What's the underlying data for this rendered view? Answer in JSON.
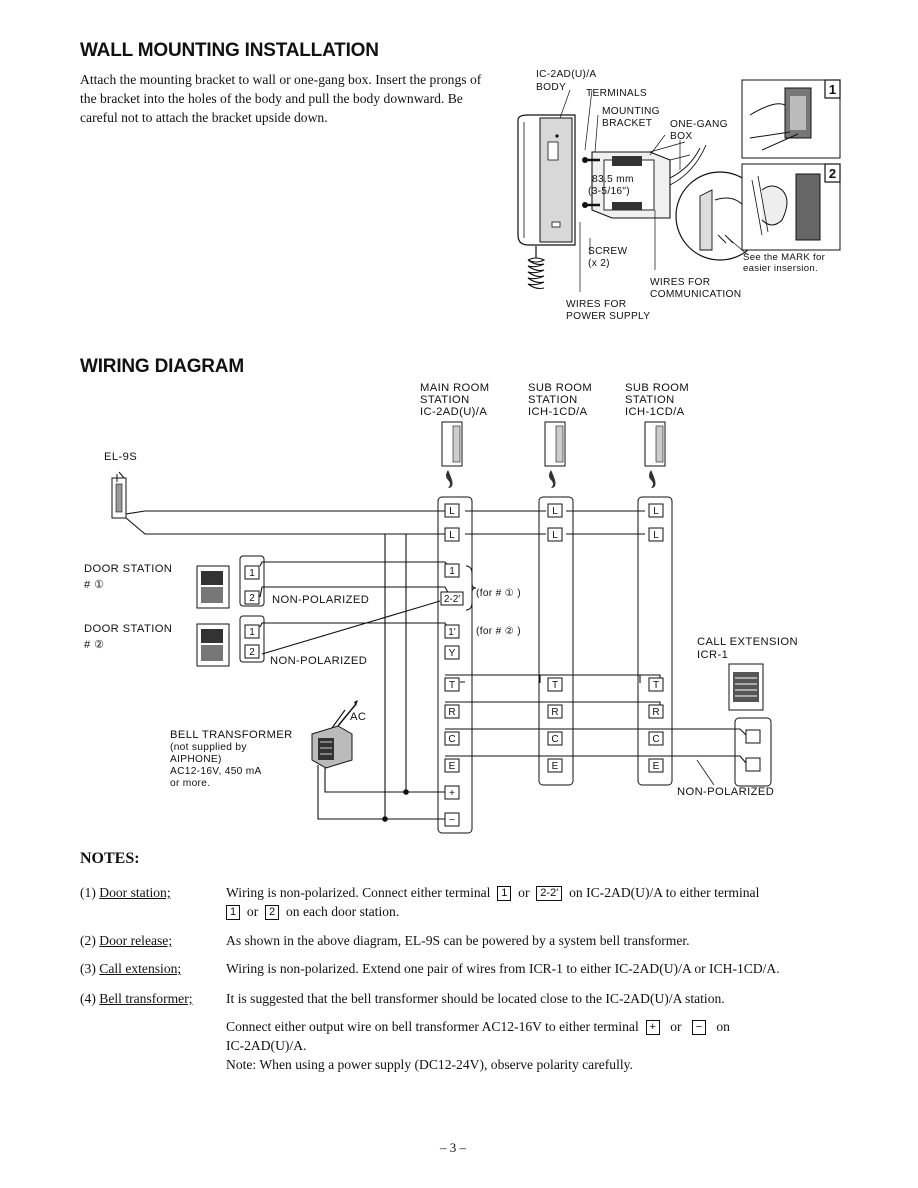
{
  "wall": {
    "title": "WALL MOUNTING INSTALLATION",
    "text": "Attach the mounting bracket to wall or one-gang box. Insert the prongs of the bracket into the holes of the body and pull the body downward. Be careful not to attach the bracket upside down.",
    "fig": {
      "body1": "IC-2AD(U)/A",
      "body2": "BODY",
      "terminals": "TERMINALS",
      "mounting1": "MOUNTING",
      "mounting2": "BRACKET",
      "onegang1": "ONE-GANG",
      "onegang2": "BOX",
      "dim1": "83.5 mm",
      "dim2": "(3-5/16\")",
      "screw1": "SCREW",
      "screw2": "(x 2)",
      "mark1": "See the MARK for",
      "mark2": "easier insersion.",
      "comm1": "WIRES FOR",
      "comm2": "COMMUNICATION",
      "power1": "WIRES FOR",
      "power2": "POWER SUPPLY",
      "step1": "1",
      "step2": "2"
    }
  },
  "wiring": {
    "title": "WIRING DIAGRAM",
    "main": [
      "MAIN ROOM",
      "STATION",
      "IC-2AD(U)/A"
    ],
    "sub1": [
      "SUB ROOM",
      "STATION",
      "ICH-1CD/A"
    ],
    "sub2": [
      "SUB ROOM",
      "STATION",
      "ICH-1CD/A"
    ],
    "el9s": "EL-9S",
    "door1": [
      "DOOR STATION",
      "# ①"
    ],
    "door2": [
      "DOOR STATION",
      "# ②"
    ],
    "nonpol": "NON-POLARIZED",
    "for1": "(for # ① )",
    "for2": "(for # ② )",
    "callext": [
      "CALL EXTENSION",
      "ICR-1"
    ],
    "bell": [
      "BELL TRANSFORMER",
      "(not supplied by",
      "AIPHONE)",
      "AC12-16V, 450 mA",
      "or more."
    ],
    "ac": "AC",
    "t": {
      "L": "L",
      "one": "1",
      "two": "2",
      "twotwo": "2-2'",
      "oneprime": "1'",
      "Y": "Y",
      "T": "T",
      "R": "R",
      "C": "C",
      "E": "E",
      "plus": "+",
      "minus": "−"
    }
  },
  "notes": {
    "title": "NOTES:",
    "n1": {
      "num": "(1)",
      "name": "Door station;",
      "a": "Wiring is non-polarized.  Connect either terminal",
      "b1": "1",
      "or": "or",
      "b2": "2-2'",
      "c": "on IC-2AD(U)/A to either terminal",
      "b3": "1",
      "or2": "or",
      "b4": "2",
      "d": "on each door station."
    },
    "n2": {
      "num": "(2)",
      "name": "Door release;",
      "text": "As shown in the above diagram, EL-9S can be powered by a system bell transformer."
    },
    "n3": {
      "num": "(3)",
      "name": "Call extension;",
      "text": "Wiring is non-polarized.  Extend one pair of wires from ICR-1 to either IC-2AD(U)/A or ICH-1CD/A."
    },
    "n4": {
      "num": "(4)",
      "name": "Bell transformer;",
      "text": "It is suggested that the bell transformer should be located close to the IC-2AD(U)/A station.",
      "conn_a": "Connect either output wire on bell transformer AC12-16V to either terminal",
      "plus": "+",
      "or": "or",
      "minus": "−",
      "on": "on",
      "conn_b": "IC-2AD(U)/A.",
      "note": "Note: When using a power supply (DC12-24V), observe polarity carefully."
    }
  },
  "page": "– 3 –"
}
